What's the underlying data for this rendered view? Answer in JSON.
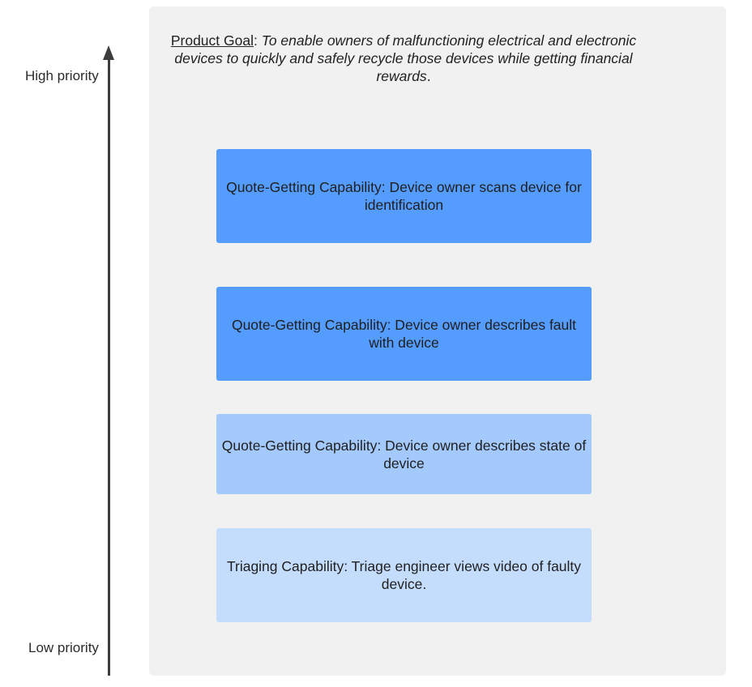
{
  "axis": {
    "high_label": "High priority",
    "low_label": "Low priority"
  },
  "goal": {
    "label": "Product Goal",
    "separator": ": ",
    "prefix": "T",
    "text": "o enable owners of malfunctioning electrical and electronic devices to quickly and safely recycle those devices while getting financial rewards",
    "suffix": "."
  },
  "cards": [
    {
      "text": "Quote-Getting Capability: Device owner scans device for identification",
      "color": "#559cff"
    },
    {
      "text": "Quote-Getting Capability: Device owner describes fault with device",
      "color": "#559cff"
    },
    {
      "text": "Quote-Getting Capability: Device owner describes state of device",
      "color": "#a3c9fd"
    },
    {
      "text": "Triaging Capability: Triage engineer views video of faulty device.",
      "color": "#c5ddfd"
    }
  ]
}
